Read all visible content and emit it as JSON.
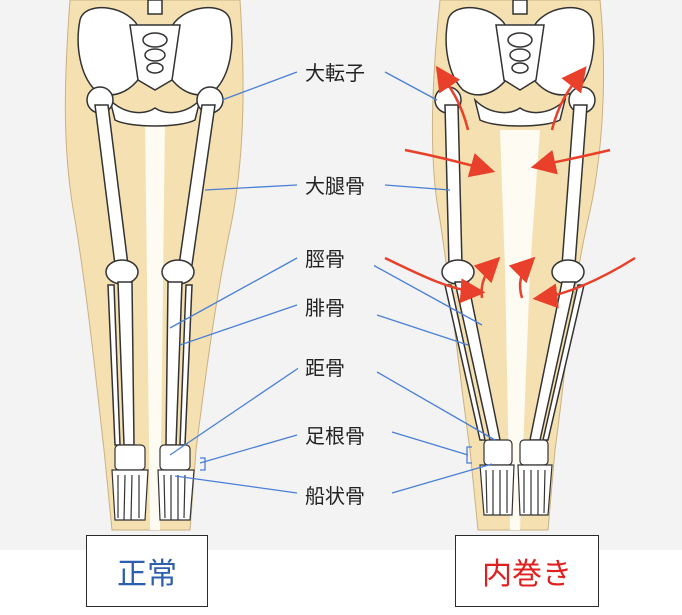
{
  "labels": {
    "greater_trochanter": "大転子",
    "femur": "大腿骨",
    "tibia": "脛骨",
    "fibula": "腓骨",
    "talus": "距骨",
    "tarsal": "足根骨",
    "navicular": "船状骨"
  },
  "captions": {
    "normal": "正常",
    "inward": "内巻き"
  },
  "colors": {
    "skin": "#f4e0b0",
    "bone_stroke": "#333333",
    "bone_fill": "#ffffff",
    "leader_line": "#4a7fd6",
    "arrow": "#e8402a",
    "caption_normal": "#2e5fae",
    "caption_inward": "#e02020",
    "background": "#f2f2f2"
  }
}
